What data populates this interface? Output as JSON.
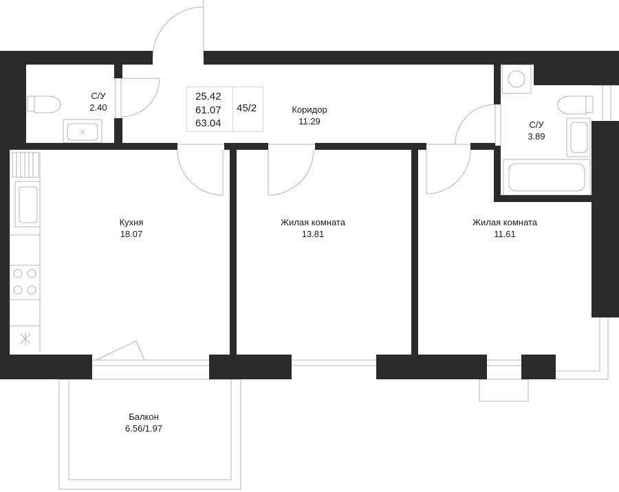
{
  "summary": {
    "living_area": "25.42",
    "total_area": "61.07",
    "total_area_with_balcony": "63.04",
    "apartment_number": "45/2"
  },
  "rooms": {
    "bathroom_1": {
      "name": "С/У",
      "area": "2.40"
    },
    "corridor": {
      "name": "Коридор",
      "area": "11.29"
    },
    "bathroom_2": {
      "name": "С/У",
      "area": "3.89"
    },
    "kitchen": {
      "name": "Кухня",
      "area": "18.07"
    },
    "living_room_1": {
      "name": "Жилая комната",
      "area": "13.81"
    },
    "living_room_2": {
      "name": "Жилая комната",
      "area": "11.61"
    },
    "balcony": {
      "name": "Балкон",
      "area": "6.56/1.97"
    }
  },
  "colors": {
    "wall": "#2b2b2b",
    "thin_line": "#b5b5b5",
    "text": "#1a1a1a"
  }
}
